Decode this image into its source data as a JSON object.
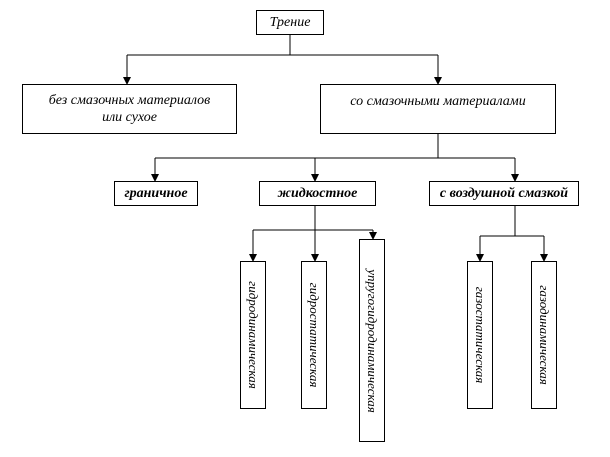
{
  "root": {
    "label": "Трение"
  },
  "level1": {
    "dry": {
      "line1": "без смазочных материалов",
      "line2": "или сухое"
    },
    "lubricated": {
      "label": "со смазочными материалами"
    }
  },
  "level2": {
    "boundary": {
      "label": "граничное"
    },
    "liquid": {
      "label": "жидкостное"
    },
    "air": {
      "label": "с воздушной смазкой"
    }
  },
  "level3": {
    "hydrodynamic": {
      "label": "гидродинамическая"
    },
    "hydrostatic": {
      "label": "гидростатическая"
    },
    "elastohydrodynamic": {
      "label": "упругогидродинамическая"
    },
    "gasostatic": {
      "label": "газостатическая"
    },
    "gasodynamic": {
      "label": "газодинамическая"
    }
  }
}
